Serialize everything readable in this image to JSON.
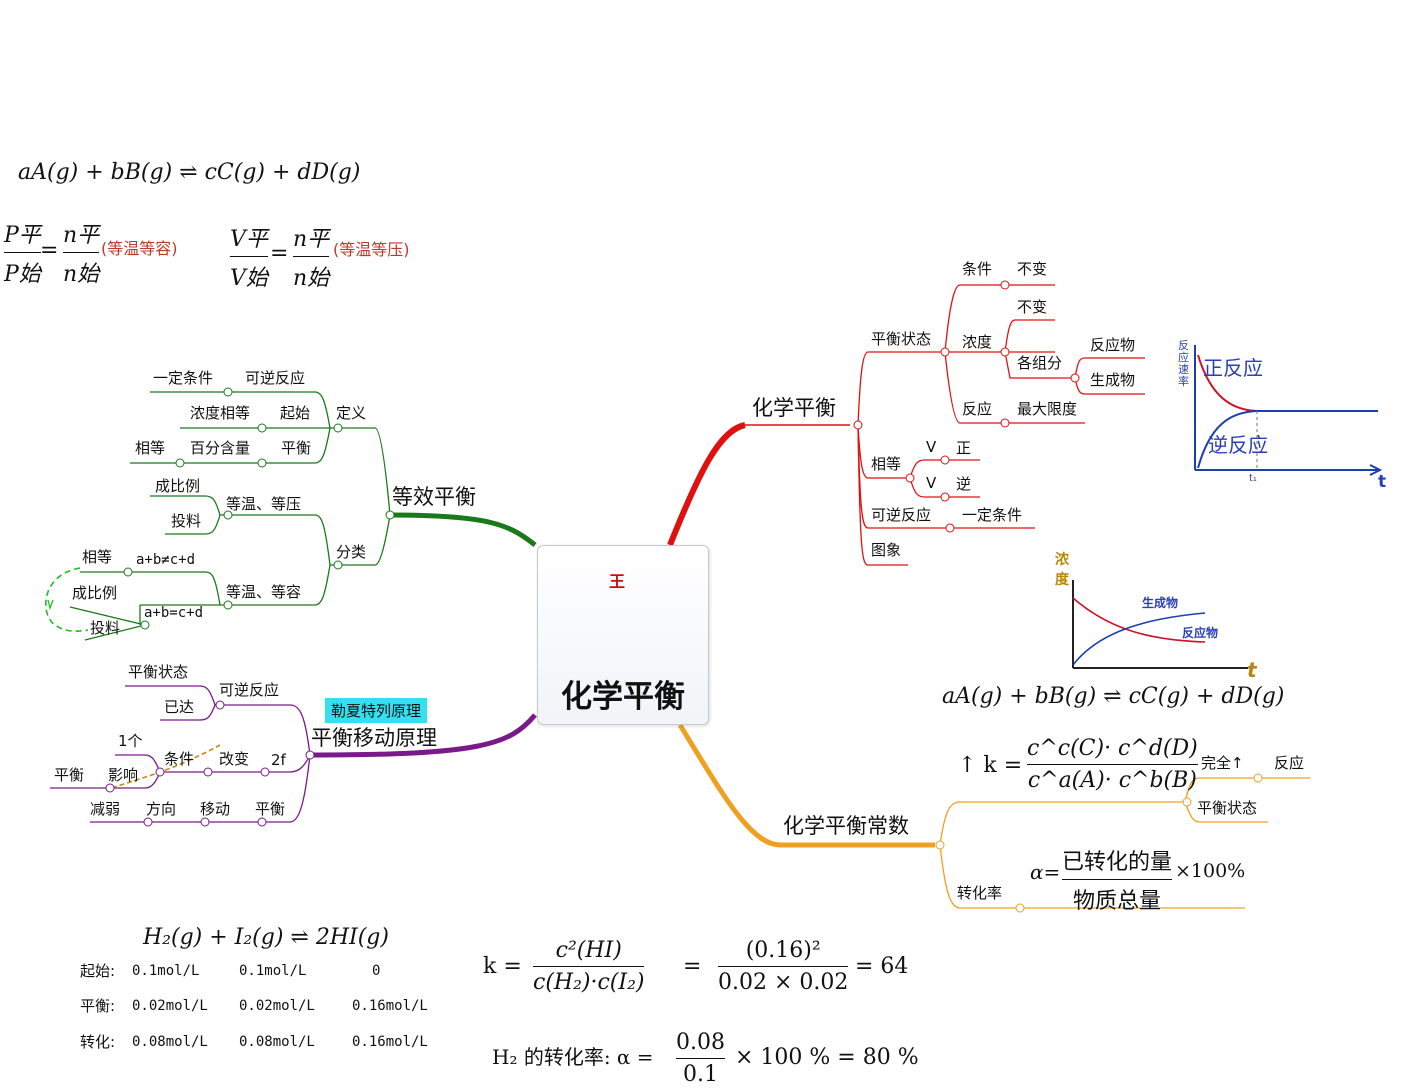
{
  "top_equation": "aA(g) + bB(g) ⇌ cC(g) + dD(g)",
  "ratio_formulas": {
    "p_left_num": "P平",
    "p_left_den": "P始",
    "p_right_num": "n平",
    "p_right_den": "n始",
    "p_note": "(等温等容)",
    "v_left_num": "V平",
    "v_left_den": "V始",
    "v_right_num": "n平",
    "v_right_den": "n始",
    "v_note": "(等温等压)"
  },
  "center": {
    "title": "化学平衡",
    "icon": "tiger-mascot-icon",
    "badge": "王"
  },
  "branches": {
    "equilibrium": {
      "label": "化学平衡",
      "state": {
        "label": "平衡状态",
        "condition": "条件",
        "condition_value": "不变",
        "concentration": "浓度",
        "concentration_value": "不变",
        "components": "各组分",
        "reactants": "反应物",
        "products": "生成物",
        "reaction": "反应",
        "reaction_value": "最大限度"
      },
      "equal": {
        "label": "相等",
        "v": "V",
        "forward": "正",
        "v2": "V",
        "reverse": "逆"
      },
      "reversible": {
        "label": "可逆反应",
        "value": "一定条件"
      },
      "graph": "图象"
    },
    "equivalent": {
      "label": "等效平衡",
      "definition": {
        "label": "定义",
        "row1_a": "一定条件",
        "row1_b": "可逆反应",
        "row2_a": "浓度相等",
        "row2_b": "起始",
        "row3_a": "相等",
        "row3_b": "百分含量",
        "row3_c": "平衡"
      },
      "classification": {
        "label": "分类",
        "isobaric": "等温、等压",
        "proportional": "成比例",
        "feed": "投料",
        "isochoric": "等温、等容",
        "equal": "相等",
        "cond1": "a+b≠c+d",
        "prop2": "成比例",
        "cond2": "a+b=c+d",
        "feed2": "投料"
      }
    },
    "shift": {
      "label": "平衡移动原理",
      "banner": "勒夏特列原理",
      "state": "平衡状态",
      "reversible": "可逆反应",
      "reached": "已达",
      "one": "1个",
      "condition": "条件",
      "change": "改变",
      "two_f": "2f",
      "equilibrium": "平衡",
      "influence": "影响",
      "weaken": "减弱",
      "direction": "方向",
      "move": "移动",
      "equilibrium2": "平衡"
    },
    "constant": {
      "label": "化学平衡常数",
      "k_prefix": "↑ k =",
      "k_num": "c^c(C)· c^d(D)",
      "k_den": "c^a(A)· c^b(B)",
      "complete": "完全↑",
      "reaction": "反应",
      "state": "平衡状态",
      "conversion": "转化率",
      "alpha_prefix": "α=",
      "alpha_num": "已转化的量",
      "alpha_den": "物质总量",
      "alpha_suffix": "×100%"
    }
  },
  "rate_chart": {
    "ylabel_chars": [
      "反",
      "应",
      "速",
      "率"
    ],
    "forward_label": "正反应",
    "reverse_label": "逆反应",
    "t1": "t₁",
    "xlabel": "t"
  },
  "conc_chart": {
    "ylabel_chars": [
      "浓",
      "度"
    ],
    "product_label": "生成物",
    "reactant_label": "反应物",
    "xlabel": "t"
  },
  "right_equation": "aA(g) + bB(g) ⇌ cC(g) + dD(g)",
  "example": {
    "equation": "H₂(g) + I₂(g) ⇌ 2HI(g)",
    "rows": [
      {
        "label": "起始:",
        "v1": "0.1mol/L",
        "v2": "0.1mol/L",
        "v3": "0"
      },
      {
        "label": "平衡:",
        "v1": "0.02mol/L",
        "v2": "0.02mol/L",
        "v3": "0.16mol/L"
      },
      {
        "label": "转化:",
        "v1": "0.08mol/L",
        "v2": "0.08mol/L",
        "v3": "0.16mol/L"
      }
    ],
    "k_prefix": "k =",
    "k_num1": "c²(HI)",
    "k_den1": "c(H₂)·c(I₂)",
    "k_num2": "(0.16)²",
    "k_den2": "0.02 × 0.02",
    "k_result": "= 64",
    "conv_prefix": "H₂ 的转化率: α =",
    "conv_num": "0.08",
    "conv_den": "0.1",
    "conv_result": "× 100 %  = 80 %"
  },
  "colors": {
    "red": "#e01010",
    "green": "#1a7a1a",
    "purple": "#7a1a8a",
    "orange": "#f0a020",
    "blue": "#1c3fb0",
    "dashed_green": "#22bb22"
  }
}
